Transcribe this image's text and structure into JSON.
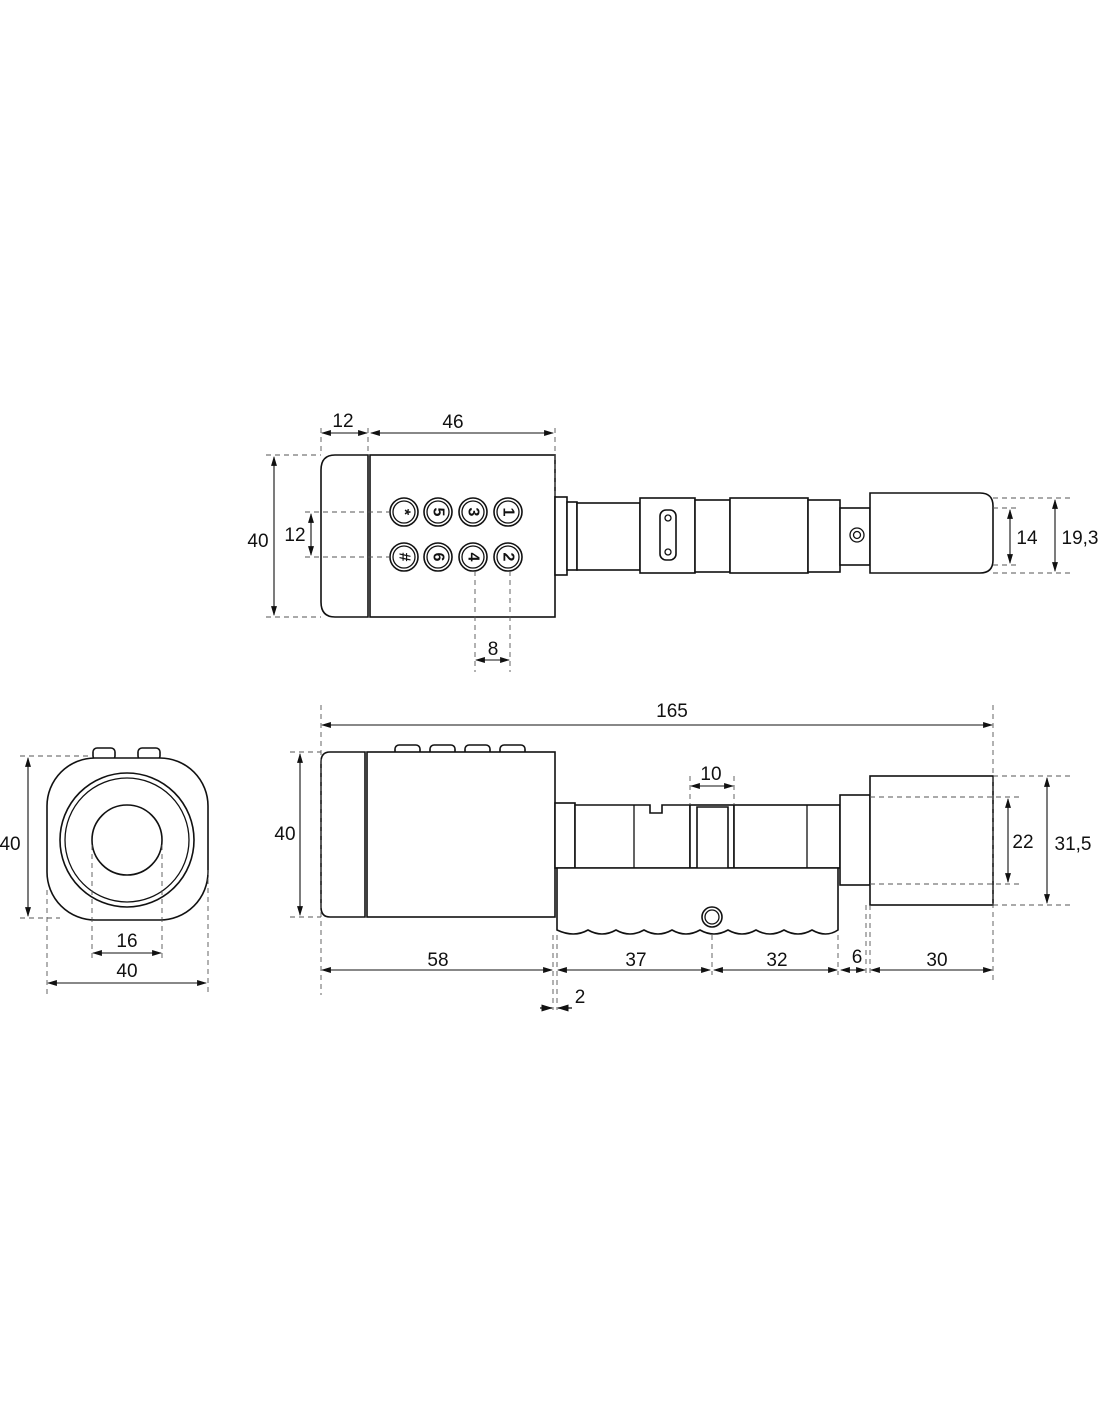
{
  "top_view": {
    "keypad": [
      "*",
      "5",
      "3",
      "1",
      "#",
      "6",
      "4",
      "2"
    ],
    "dims": {
      "cap_len": "12",
      "body_len": "46",
      "height": "40",
      "key_row_gap": "12",
      "key_pitch": "8",
      "knob_inner": "14",
      "knob_outer": "19,3"
    }
  },
  "side_view": {
    "dims": {
      "total": "165",
      "height": "40",
      "cam_width": "10",
      "knob_inner": "22",
      "knob_outer": "31,5",
      "outer_len": "58",
      "cyl_a": "37",
      "cyl_b": "32",
      "collar": "6",
      "knob_len": "30",
      "gap": "2"
    }
  },
  "end_view": {
    "dims": {
      "height": "40",
      "inner_diameter": "16",
      "width": "40"
    }
  },
  "colors": {
    "line": "#111111",
    "dash": "#555555"
  }
}
